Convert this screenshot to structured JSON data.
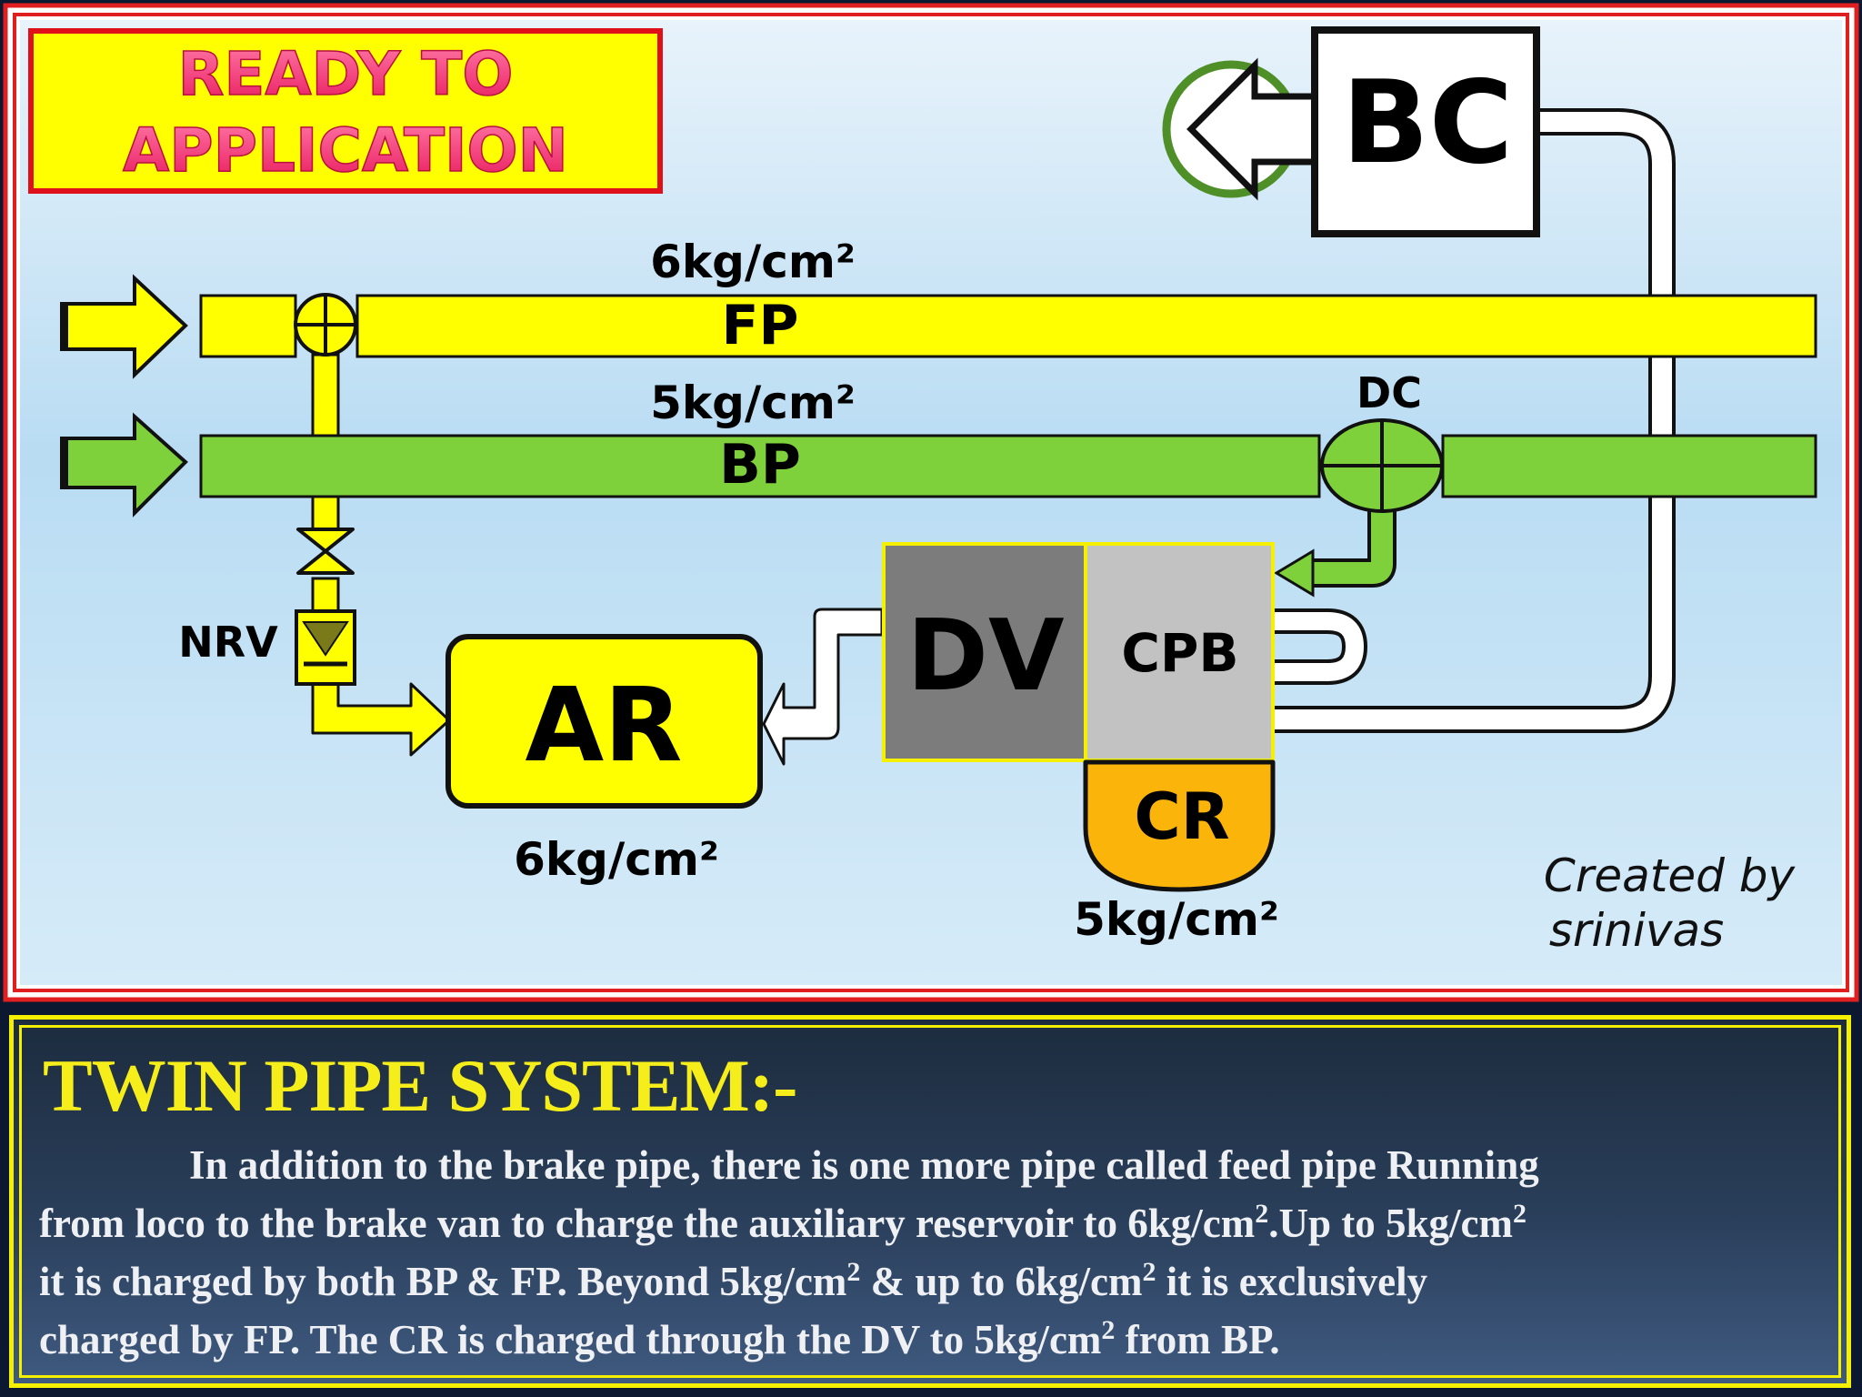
{
  "status_banner": {
    "line1": "READY TO",
    "line2": "APPLICATION"
  },
  "pipes": {
    "feed_pipe": {
      "label": "FP",
      "pressure": "6kg/cm²",
      "color": "#ffff00"
    },
    "brake_pipe": {
      "label": "BP",
      "pressure": "5kg/cm²",
      "color": "#7fd13b"
    }
  },
  "components": {
    "bc": "BC",
    "dc": "DC",
    "nrv": "NRV",
    "ar": {
      "label": "AR",
      "pressure": "6kg/cm²"
    },
    "dv": "DV",
    "cpb": "CPB",
    "cr": {
      "label": "CR",
      "pressure": "5kg/cm²"
    }
  },
  "credit": {
    "line1": "Created by",
    "line2": "srinivas"
  },
  "text_panel": {
    "heading": "TWIN PIPE SYSTEM:-",
    "line1": "In addition to the brake pipe, there is one more pipe called feed pipe Running",
    "line2_a": "from loco to the brake van to charge the auxiliary reservoir to 6kg/cm",
    "line2_b": ".Up to 5kg/cm",
    "line3_a": "it is charged by both BP & FP. Beyond 5kg/cm",
    "line3_b": " & up to 6kg/cm",
    "line3_c": " it is exclusively",
    "line4_a": "charged  by FP.  The CR is charged through the DV to 5kg/cm",
    "line4_b": " from BP.",
    "superscript": "2"
  }
}
